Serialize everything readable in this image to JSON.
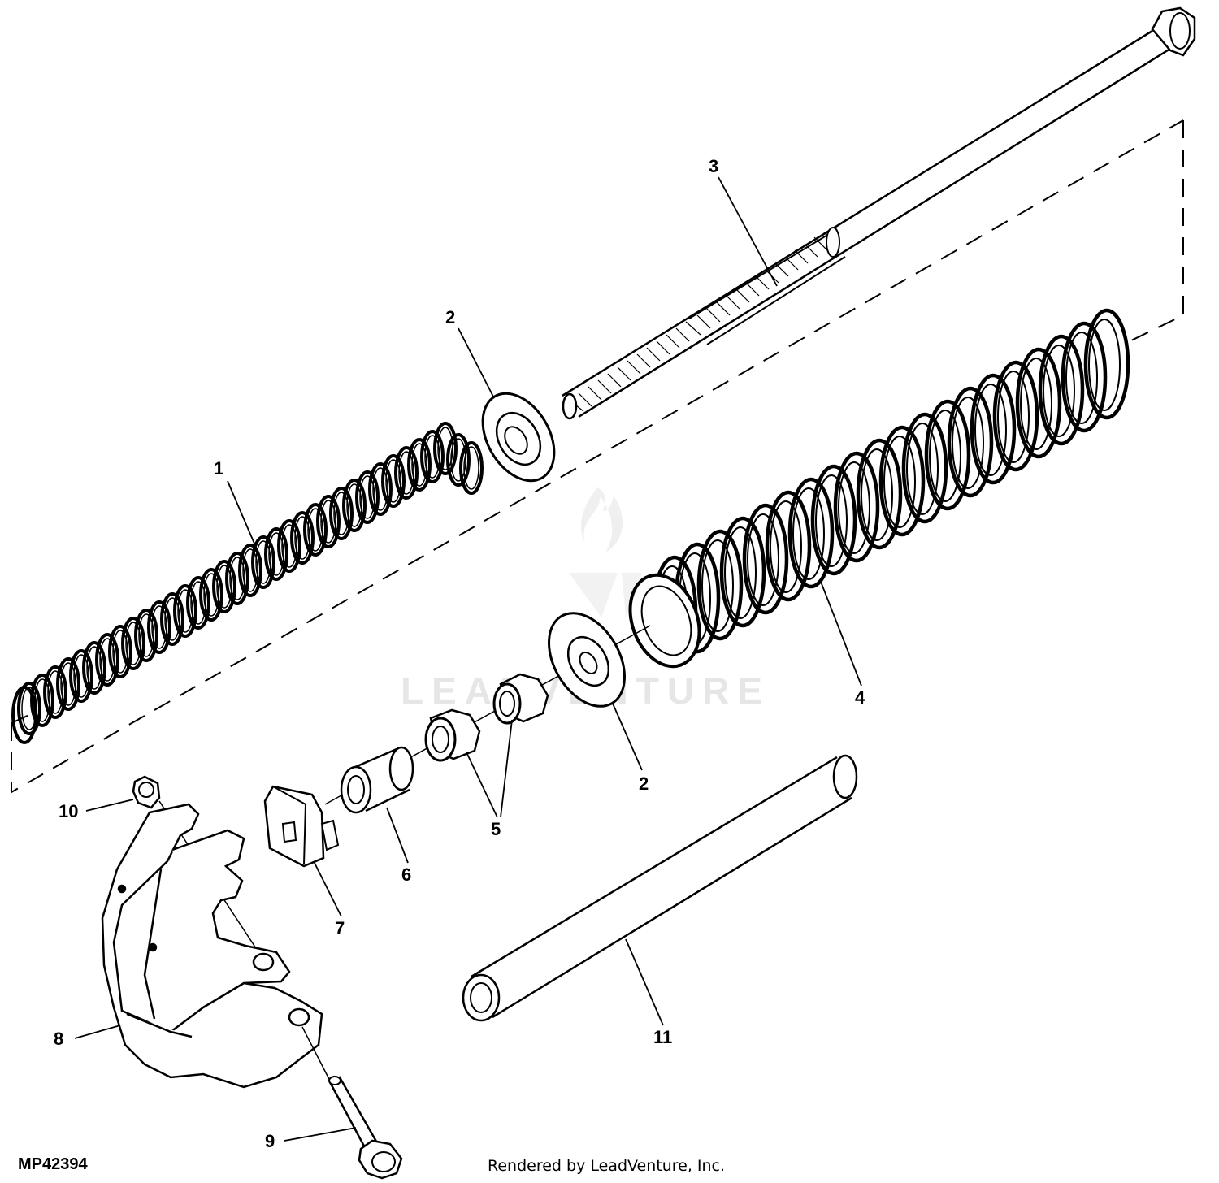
{
  "figure_id": "MP42394",
  "credit": "Rendered by LeadVenture, Inc.",
  "watermark": "LEADVENTURE",
  "callouts": {
    "c1": "1",
    "c2a": "2",
    "c2b": "2",
    "c3": "3",
    "c4": "4",
    "c5": "5",
    "c6": "6",
    "c7": "7",
    "c8": "8",
    "c9": "9",
    "c10": "10",
    "c11": "11"
  }
}
